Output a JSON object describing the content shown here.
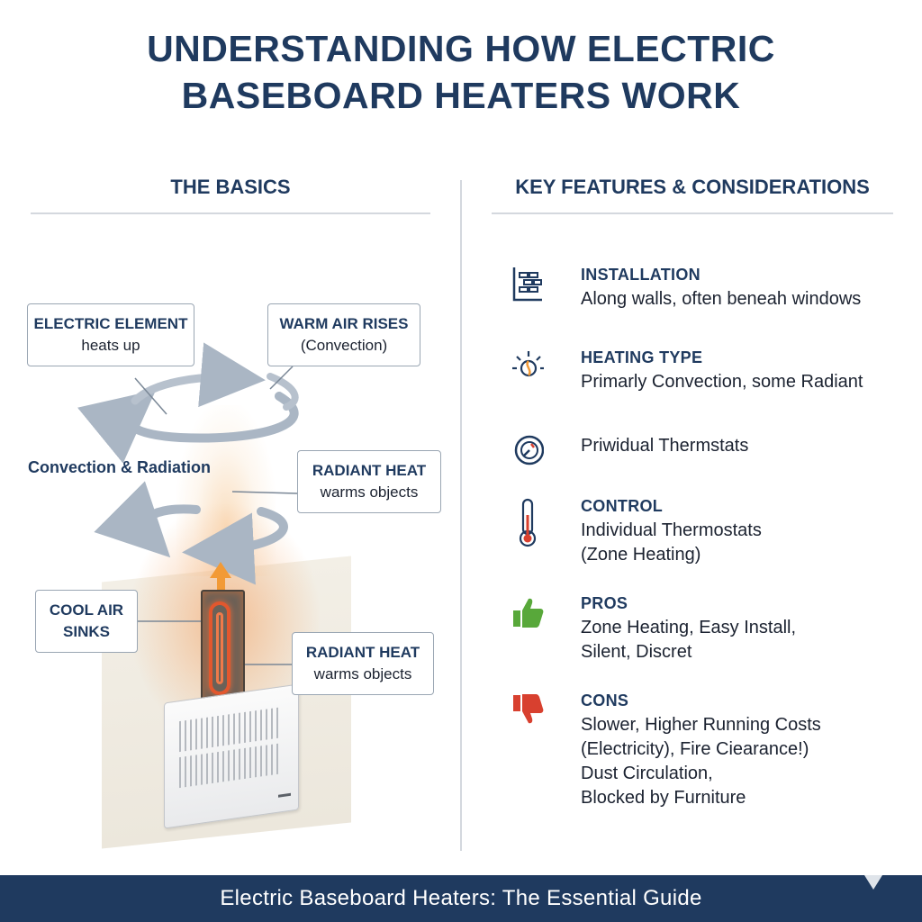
{
  "title": {
    "line1": "UNDERSTANDING HOW ELECTRIC",
    "line2": "BASEBOARD HEATERS WORK"
  },
  "basics": {
    "heading": "THE BASICS",
    "labels": {
      "electric_element": {
        "head": "ELECTRIC ELEMENT",
        "sub": "heats up"
      },
      "warm_air": {
        "head": "WARM AIR RISES",
        "sub": "(Convection)"
      },
      "convection_radiation": "Convection & Radiation",
      "radiant_upper": {
        "head": "RADIANT HEAT",
        "sub": "warms objects"
      },
      "cool_air": {
        "head": "COOL AIR",
        "sub": "SINKS"
      },
      "radiant_lower": {
        "head": "RADIANT HEAT",
        "sub": "warms objects"
      }
    }
  },
  "features": {
    "heading": "KEY FEATURES & CONSIDERATIONS",
    "items": [
      {
        "icon": "brick-wall-icon",
        "title": "INSTALLATION",
        "desc": "Along walls, often beneah windows"
      },
      {
        "icon": "sun-heat-icon",
        "title": "HEATING TYPE",
        "desc": "Primarly Convection, some Radiant"
      },
      {
        "icon": "dial-icon",
        "title": "",
        "desc": "Priwidual Thermstats"
      },
      {
        "icon": "thermometer-icon",
        "title": "CONTROL",
        "desc": "Individual Thermostats\n(Zone Heating)"
      },
      {
        "icon": "thumbs-up-icon",
        "title": "PROS",
        "desc": "Zone Heating, Easy Install,\nSilent, Discret"
      },
      {
        "icon": "thumbs-down-icon",
        "title": "CONS",
        "desc": "Slower, Higher Running Costs\n(Electricity), Fire Ciearance!)\nDust Circulation,\nBlocked by Furniture"
      }
    ]
  },
  "footer": "Electric Baseboard Heaters: The Essential Guide",
  "colors": {
    "navy": "#1f3a5f",
    "thumbs_up": "#58a83a",
    "thumbs_down": "#d8402f",
    "heat_orange": "#f29a36"
  }
}
